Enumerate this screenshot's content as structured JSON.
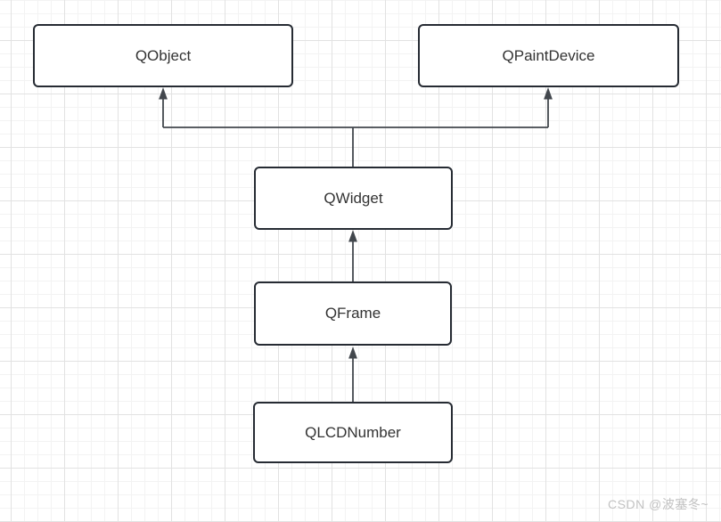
{
  "diagram": {
    "type": "class-inheritance-diagram",
    "nodes": [
      {
        "id": "qobject",
        "label": "QObject"
      },
      {
        "id": "qpaintdevice",
        "label": "QPaintDevice"
      },
      {
        "id": "qwidget",
        "label": "QWidget"
      },
      {
        "id": "qframe",
        "label": "QFrame"
      },
      {
        "id": "qlcdnumber",
        "label": "QLCDNumber"
      }
    ],
    "edges": [
      {
        "from": "qwidget",
        "to": "qobject",
        "style": "arrow-up"
      },
      {
        "from": "qwidget",
        "to": "qpaintdevice",
        "style": "arrow-up"
      },
      {
        "from": "qframe",
        "to": "qwidget",
        "style": "arrow-up"
      },
      {
        "from": "qlcdnumber",
        "to": "qframe",
        "style": "arrow-up"
      }
    ],
    "colors": {
      "node_border": "#262b33",
      "node_fill": "#ffffff",
      "edge_stroke": "#42474d",
      "label_text": "#333333",
      "grid_minor": "#f3f3f3",
      "grid_major": "#e2e2e2",
      "canvas_background": "#ffffff"
    }
  },
  "watermark": {
    "text": "CSDN @波塞冬~"
  }
}
